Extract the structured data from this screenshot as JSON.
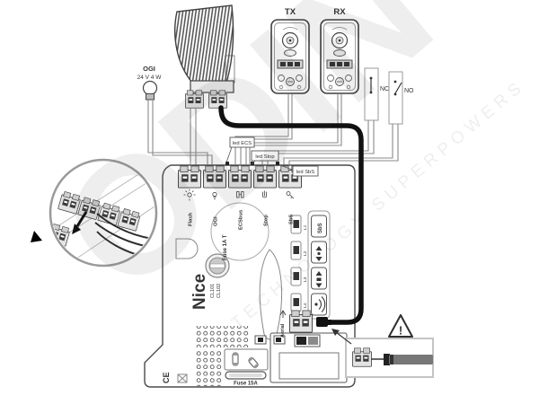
{
  "watermark": {
    "brand": "ODIN",
    "tagline": "TECHNOLOGY SUPERPOWERS"
  },
  "peripherals": {
    "ogi": {
      "label": "OGI",
      "spec": "24 V 4 W"
    },
    "tx": {
      "label": "TX"
    },
    "rx": {
      "label": "RX"
    },
    "nc": {
      "label": "NC"
    },
    "no": {
      "label": "NO"
    }
  },
  "callouts": {
    "ecs": "led ECS",
    "stop": "led Stop",
    "sbs": "led SbS"
  },
  "board": {
    "brand": "Nice",
    "model1": "CL101",
    "model2": "CL102",
    "fuse_main": "Fuse 1A T",
    "fuse_power": "Fuse 15A",
    "aerial_label": "Aerial",
    "ce_mark": "CE",
    "terminals": [
      {
        "label": "Flash"
      },
      {
        "label": "OGI"
      },
      {
        "label": "ECSbus"
      },
      {
        "label": "Stop"
      },
      {
        "label": "SbS"
      }
    ],
    "leds": [
      {
        "label": "L1"
      },
      {
        "label": "L2"
      },
      {
        "label": "L3"
      },
      {
        "label": "L4"
      }
    ],
    "buttons": {
      "sbs_label": "SbS"
    }
  },
  "warning_inset": {
    "mark": "!"
  }
}
